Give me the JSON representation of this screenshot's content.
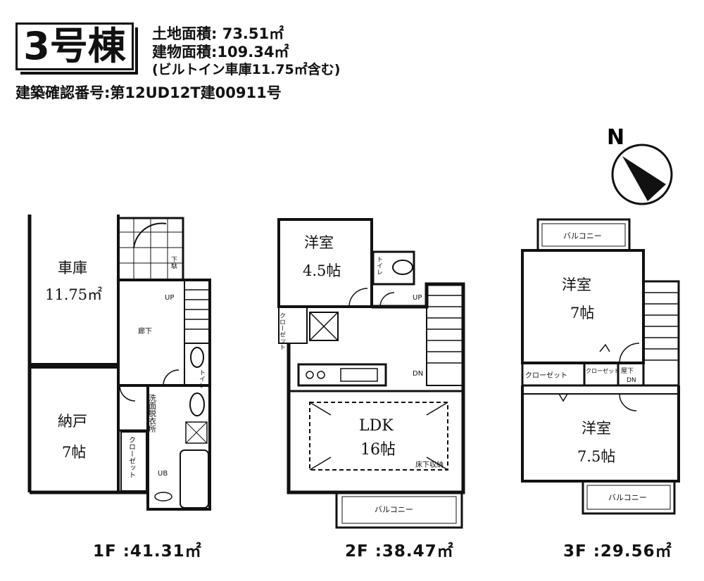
{
  "header": {
    "badge": "3号棟",
    "land_area": "土地面積: 73.51㎡",
    "building_area": "建物面積:109.34㎡",
    "garage_note": "(ビルトイン車庫11.75㎡含む)",
    "permit": "建築確認番号:第12UD12T建00911号"
  },
  "compass": {
    "label": "N"
  },
  "floors": [
    {
      "id": "1F",
      "area_label": "1F :41.31㎡",
      "rooms": {
        "garage_name": "車庫",
        "garage_size": "11.75㎡",
        "storage_name": "納戸",
        "storage_size": "7帖",
        "hall": "廊下",
        "wash": "洗面脱衣所",
        "toilet": "トイレ",
        "closet": "クローゼット",
        "shoe": "下駄",
        "bath": "UB",
        "up": "UP"
      }
    },
    {
      "id": "2F",
      "area_label": "2F :38.47㎡",
      "rooms": {
        "western_name": "洋室",
        "western_size": "4.5帖",
        "ldk_name": "LDK",
        "ldk_size": "16帖",
        "closet": "クローゼット",
        "toilet": "トイレ",
        "balcony": "バルコニー",
        "storage": "床下収納",
        "up": "UP",
        "dn": "DN"
      }
    },
    {
      "id": "3F",
      "area_label": "3F :29.56㎡",
      "rooms": {
        "room1_name": "洋室",
        "room1_size": "7帖",
        "room2_name": "洋室",
        "room2_size": "7.5帖",
        "closet1": "クローゼット",
        "closet2": "クローゼット",
        "hatch": "屋下",
        "dn": "DN",
        "balcony_top": "バルコニー",
        "balcony_bottom": "バルコニー"
      }
    }
  ]
}
